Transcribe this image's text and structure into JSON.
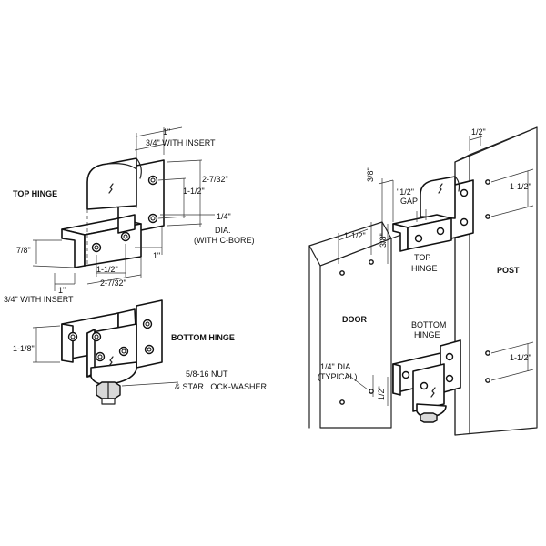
{
  "labels": {
    "top_hinge": "TOP HINGE",
    "bottom_hinge": "BOTTOM HINGE",
    "dim_1in_top": "1\"",
    "dim_34_insert_top": "3/4\" WITH INSERT",
    "dim_2_7_32_right": "2-7/32\"",
    "dim_1_1_2_right": "1-1/2\"",
    "dia_14": "1/4\"",
    "dia_label": "DIA.",
    "with_cbore": "(WITH C-BORE)",
    "dim_78": "7/8\"",
    "dim_1in_side": "1\"",
    "dim_1_1_2_bottom": "1-1/2\"",
    "dim_2_7_32_bottom": "2-7/32\"",
    "dim_1in_lower": "1\"",
    "dim_34_insert_bottom": "3/4\" WITH INSERT",
    "dim_1_1_8": "1-1/8\"",
    "nut": "5/8-16 NUT",
    "washer": "& STAR LOCK-WASHER",
    "dim_12_post": "1/2\"",
    "dim_38_top": "3/8\"",
    "gap_12": "\"1/2\"",
    "gap_word": "GAP",
    "dim_1_1_2_post_top": "1-1/2\"",
    "dim_1_1_2_door": "1-1/2\"",
    "dim_38_side": "3/8\"",
    "top_hinge_install_1": "TOP",
    "top_hinge_install_2": "HINGE",
    "post": "POST",
    "door": "DOOR",
    "bottom_hinge_install_1": "BOTTOM",
    "bottom_hinge_install_2": "HINGE",
    "dim_1_1_2_post_bottom": "1-1/2\"",
    "dia_14_typical_1": "1/4\" DIA.",
    "dia_14_typical_2": "(TYPICAL)",
    "dim_12_door_bottom": "1/2\""
  }
}
